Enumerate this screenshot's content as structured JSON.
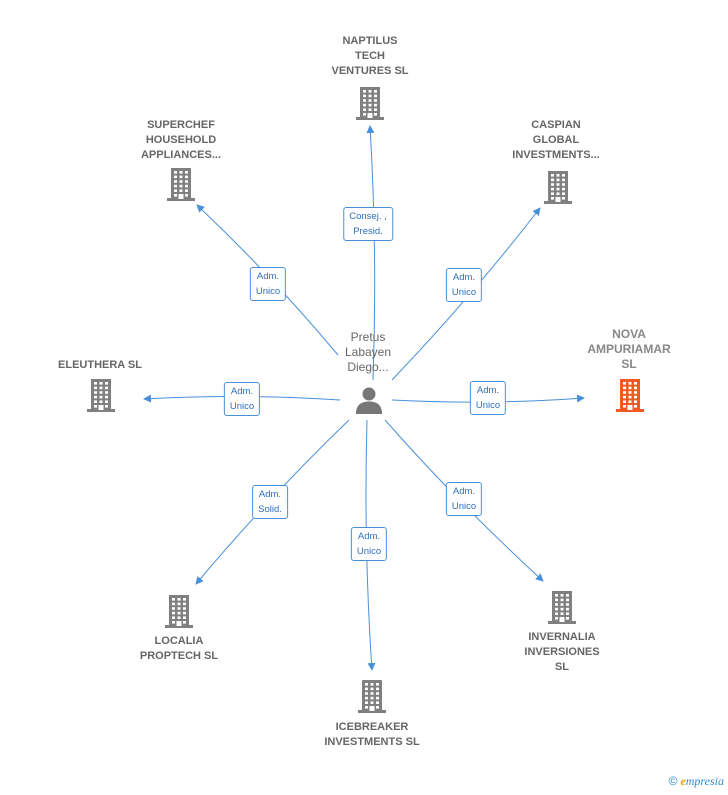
{
  "center": {
    "name": "Pretus\nLabayen\nDiego..."
  },
  "nodes": [
    {
      "id": "naptilus",
      "label": "NAPTILUS\nTECH\nVENTURES  SL",
      "role": "Consej. ,\nPresid.",
      "highlight": false
    },
    {
      "id": "superchef",
      "label": "SUPERCHEF\nHOUSEHOLD\nAPPLIANCES...",
      "role": "Adm.\nUnico",
      "highlight": false
    },
    {
      "id": "caspian",
      "label": "CASPIAN\nGLOBAL\nINVESTMENTS...",
      "role": "Adm.\nUnico",
      "highlight": false
    },
    {
      "id": "nova",
      "label": "NOVA\nAMPURIAMAR\nSL",
      "role": "Adm.\nUnico",
      "highlight": true
    },
    {
      "id": "eleuthera",
      "label": "ELEUTHERA SL",
      "role": "Adm.\nUnico",
      "highlight": false
    },
    {
      "id": "localia",
      "label": "LOCALIA\nPROPTECH  SL",
      "role": "Adm.\nSolid.",
      "highlight": false
    },
    {
      "id": "icebreaker",
      "label": "ICEBREAKER\nINVESTMENTS SL",
      "role": "Adm.\nUnico",
      "highlight": false
    },
    {
      "id": "invernalia",
      "label": "INVERNALIA\nINVERSIONES\nSL",
      "role": "Adm.\nUnico",
      "highlight": false
    }
  ],
  "colors": {
    "edge": "#4a90d9",
    "building": "#808080",
    "highlight": "#f05a22",
    "person": "#777777"
  },
  "footer": {
    "copyright": "©",
    "brand_initial": "e",
    "brand_rest": "mpresia"
  }
}
